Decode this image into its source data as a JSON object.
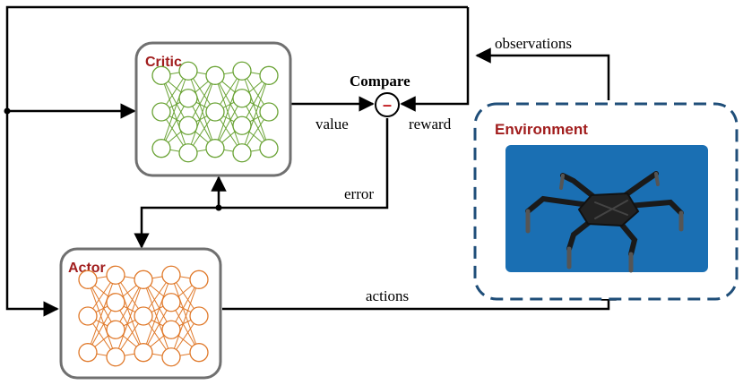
{
  "labels": {
    "critic": "Critic",
    "actor": "Actor",
    "environment": "Environment",
    "compare": "Compare",
    "minus": "–",
    "value": "value",
    "reward": "reward",
    "error": "error",
    "observations": "observations",
    "actions": "actions"
  },
  "colors": {
    "title_red": "#a11d1d",
    "critic_net": "#6aa335",
    "actor_net": "#e0792a",
    "environment_border": "#1f4e79",
    "environment_image_bg": "#1a6fb3",
    "line": "#000000"
  },
  "icons": {
    "environment_image": "hexapod-robot-icon"
  }
}
